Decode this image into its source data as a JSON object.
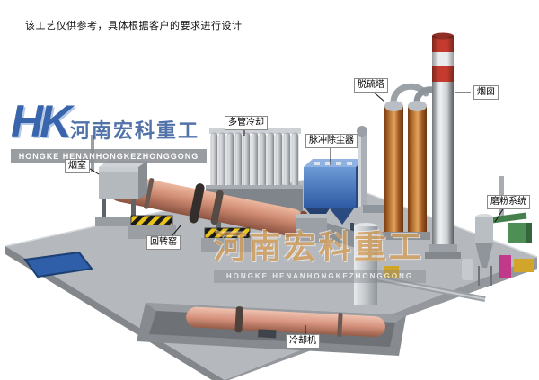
{
  "disclaimer": "该工艺仅供参考，具体根据客户的要求进行设计",
  "logo": {
    "monogram": "HK",
    "company_cn": "河南宏科重工",
    "company_en": "HONGKE HENANHONGKEZHONGGONG"
  },
  "watermark": {
    "company_cn": "河南宏科重工",
    "company_en": "HONGKE HENANHONGKEZHONGGONG"
  },
  "labels": {
    "smoke_chamber": "烟室",
    "multi_tube_cooler": "多管冷却",
    "pulse_dust_collector": "脉冲除尘器",
    "desulfurization_tower": "脱硫塔",
    "chimney": "烟囱",
    "grinding_system": "磨粉系统",
    "rotary_kiln": "回转窑",
    "cooling_machine": "冷却机"
  },
  "colors": {
    "kiln": "#cf8a72",
    "cooling_machine": "#d6937e",
    "dust_collector_blue": "#3c6cb4",
    "tower_brown": "#a85c24",
    "chimney_red": "#c23b2e",
    "ground_gray": "#b5b8bc",
    "hazard_yellow": "#e8c31a",
    "watermark_orange": "#d28c32",
    "logo_blue": "#1d50a0"
  }
}
